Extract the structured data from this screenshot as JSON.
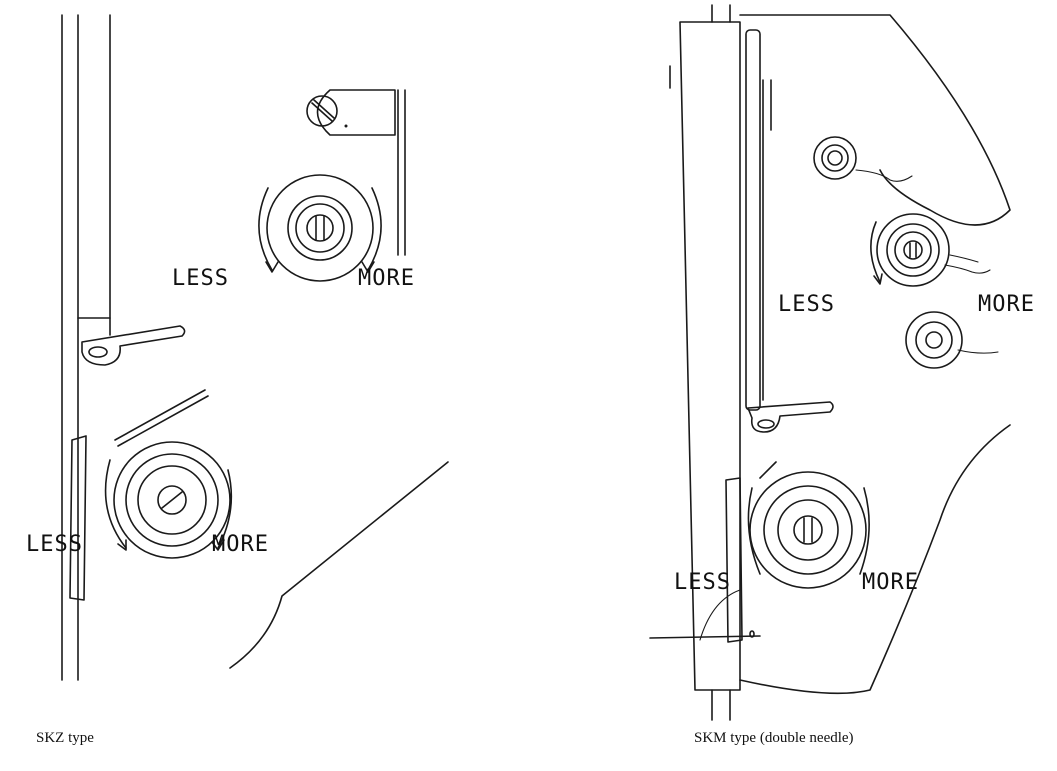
{
  "left_figure": {
    "caption": "SKZ type",
    "upper_dial": {
      "less_label": "LESS",
      "more_label": "MORE"
    },
    "lower_dial": {
      "less_label": "LESS",
      "more_label": "MORE"
    }
  },
  "right_figure": {
    "caption": "SKM type (double needle)",
    "upper_dial": {
      "less_label": "LESS",
      "more_label": "MORE"
    },
    "lower_dial": {
      "less_label": "LESS",
      "more_label": "MORE"
    }
  }
}
